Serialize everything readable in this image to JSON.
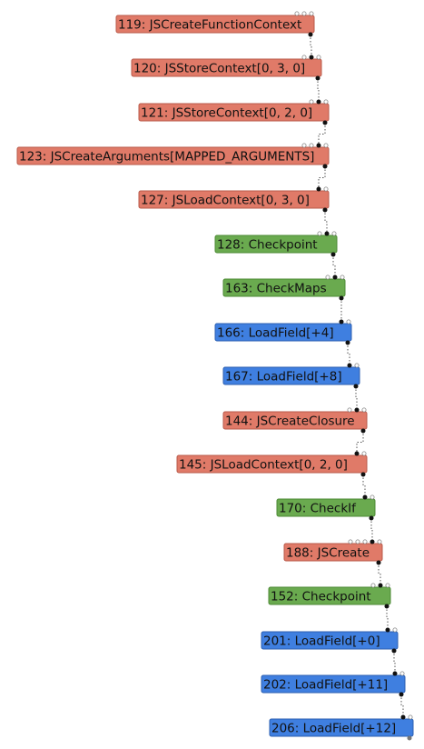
{
  "colors": {
    "js": "#e07a68",
    "js_border": "#b85a4a",
    "control": "#6aaa4f",
    "control_border": "#4c8a35",
    "load": "#3f7fe0",
    "load_border": "#2c5fb0"
  },
  "nodes": [
    {
      "id": 119,
      "label": "119: JSCreateFunctionContext",
      "kind": "js",
      "inputs": 3
    },
    {
      "id": 120,
      "label": "120: JSStoreContext[0, 3, 0]",
      "kind": "js",
      "inputs": 3
    },
    {
      "id": 121,
      "label": "121: JSStoreContext[0, 2, 0]",
      "kind": "js",
      "inputs": 3
    },
    {
      "id": 123,
      "label": "123: JSCreateArguments[MAPPED_ARGUMENTS]",
      "kind": "js",
      "inputs": 4
    },
    {
      "id": 127,
      "label": "127: JSLoadContext[0, 3, 0]",
      "kind": "js",
      "inputs": 2
    },
    {
      "id": 128,
      "label": "128: Checkpoint",
      "kind": "control",
      "inputs": 3
    },
    {
      "id": 163,
      "label": "163: CheckMaps",
      "kind": "control",
      "inputs": 3
    },
    {
      "id": 166,
      "label": "166: LoadField[+4]",
      "kind": "load",
      "inputs": 2
    },
    {
      "id": 167,
      "label": "167: LoadField[+8]",
      "kind": "load",
      "inputs": 2
    },
    {
      "id": 144,
      "label": "144: JSCreateClosure",
      "kind": "js",
      "inputs": 3
    },
    {
      "id": 145,
      "label": "145: JSLoadContext[0, 2, 0]",
      "kind": "js",
      "inputs": 2
    },
    {
      "id": 170,
      "label": "170: CheckIf",
      "kind": "control",
      "inputs": 2
    },
    {
      "id": 188,
      "label": "188: JSCreate",
      "kind": "js",
      "inputs": 5
    },
    {
      "id": 152,
      "label": "152: Checkpoint",
      "kind": "control",
      "inputs": 3
    },
    {
      "id": 201,
      "label": "201: LoadField[+0]",
      "kind": "load",
      "inputs": 2
    },
    {
      "id": 202,
      "label": "202: LoadField[+11]",
      "kind": "load",
      "inputs": 2
    },
    {
      "id": 206,
      "label": "206: LoadField[+12]",
      "kind": "load",
      "inputs": 2
    }
  ]
}
